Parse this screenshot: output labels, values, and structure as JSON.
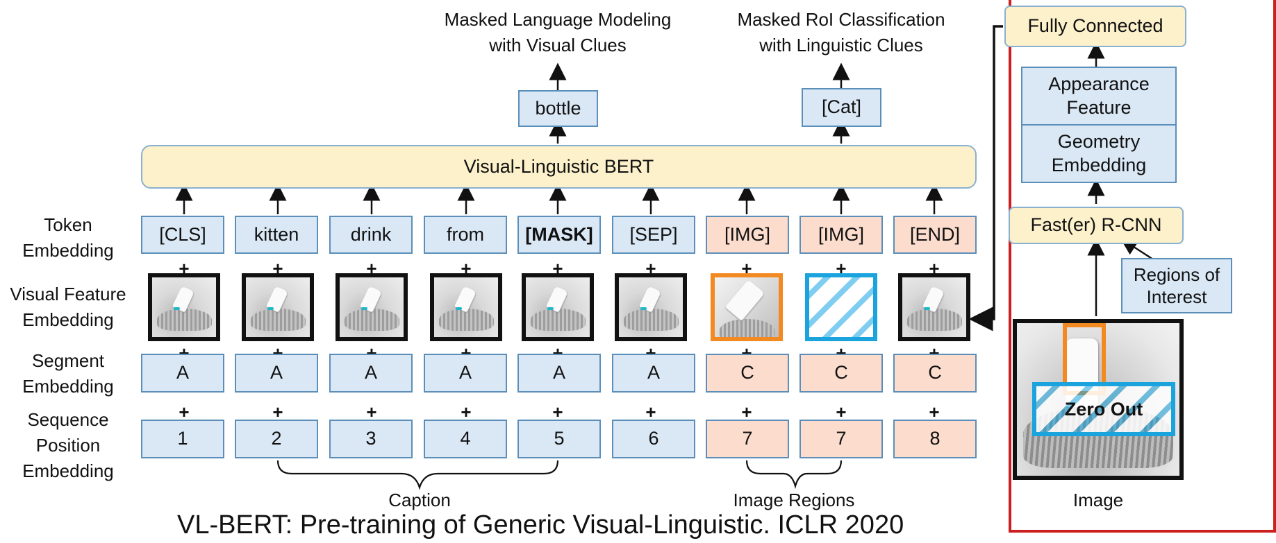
{
  "top_labels": {
    "mlm_line1": "Masked Language Modeling",
    "mlm_line2": "with Visual Clues",
    "mrc_line1": "Masked RoI Classification",
    "mrc_line2": "with Linguistic Clues"
  },
  "outputs": {
    "bottle": "bottle",
    "cat": "[Cat]"
  },
  "bert_label": "Visual-Linguistic BERT",
  "row_labels": {
    "token": [
      "Token",
      "Embedding"
    ],
    "visual": [
      "Visual Feature",
      "Embedding"
    ],
    "segment": [
      "Segment",
      "Embedding"
    ],
    "position": [
      "Sequence",
      "Position",
      "Embedding"
    ]
  },
  "tokens": [
    "[CLS]",
    "kitten",
    "drink",
    "from",
    "[MASK]",
    "[SEP]",
    "[IMG]",
    "[IMG]",
    "[END]"
  ],
  "segments": [
    "A",
    "A",
    "A",
    "A",
    "A",
    "A",
    "C",
    "C",
    "C"
  ],
  "positions": [
    "1",
    "2",
    "3",
    "4",
    "5",
    "6",
    "7",
    "7",
    "8"
  ],
  "plus_sign": "+",
  "brace_labels": {
    "caption": "Caption",
    "image_regions": "Image Regions"
  },
  "right_panel": {
    "fully_connected": "Fully Connected",
    "appearance": [
      "Appearance",
      "Feature"
    ],
    "geometry": [
      "Geometry",
      "Embedding"
    ],
    "rcnn": "Fast(er) R-CNN",
    "roi": [
      "Regions of",
      "Interest"
    ],
    "zero_out": "Zero Out",
    "image": "Image"
  },
  "footer": "VL-BERT: Pre-training of Generic Visual-Linguistic. ICLR 2020",
  "colors": {
    "text_blue_fill": "#dae8f6",
    "image_pink_fill": "#fbdccd",
    "bert_yellow": "#fdf1cb",
    "frame_red": "#cc1f1f",
    "roi_orange": "#f28a21",
    "mask_cyan": "#1aa3dd"
  }
}
